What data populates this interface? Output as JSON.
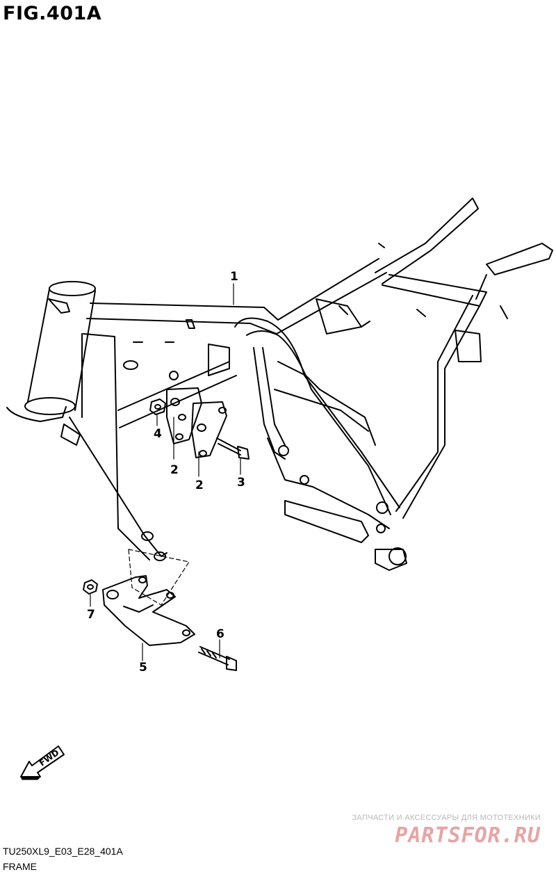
{
  "figure_title": "FIG.401A",
  "diagram_code": "TU250XL9_E03_E28_401A",
  "diagram_name": "FRAME",
  "fwd_label": "FWD",
  "watermark": {
    "tagline": "ЗАПЧАСТИ И АКСЕССУАРЫ ДЛЯ МОТОТЕХНИКИ",
    "logo_text": "PARTSFOR.RU"
  },
  "callouts": [
    {
      "id": "1",
      "label": "1"
    },
    {
      "id": "2a",
      "label": "2"
    },
    {
      "id": "2b",
      "label": "2"
    },
    {
      "id": "3",
      "label": "3"
    },
    {
      "id": "4",
      "label": "4"
    },
    {
      "id": "5",
      "label": "5"
    },
    {
      "id": "6",
      "label": "6"
    },
    {
      "id": "7",
      "label": "7"
    }
  ],
  "colors": {
    "line": "#000000",
    "background": "#ffffff",
    "watermark_logo": "#e9a3a3"
  }
}
